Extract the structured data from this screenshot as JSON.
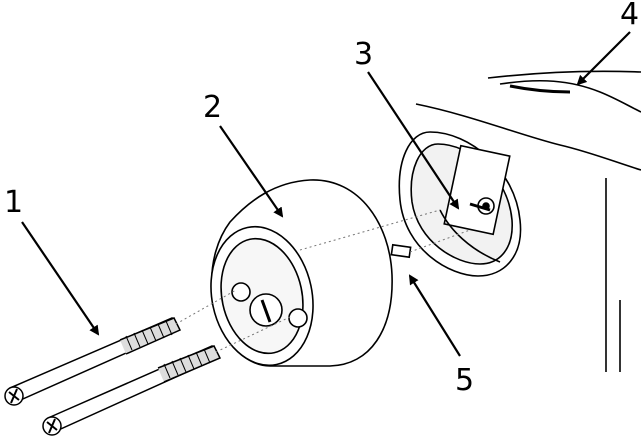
{
  "callouts": {
    "c1": "1",
    "c2": "2",
    "c3": "3",
    "c4": "4",
    "c5": "5"
  },
  "colors": {
    "line": "#000000",
    "fill": "#ffffff",
    "shade": "#e6e6e6"
  }
}
